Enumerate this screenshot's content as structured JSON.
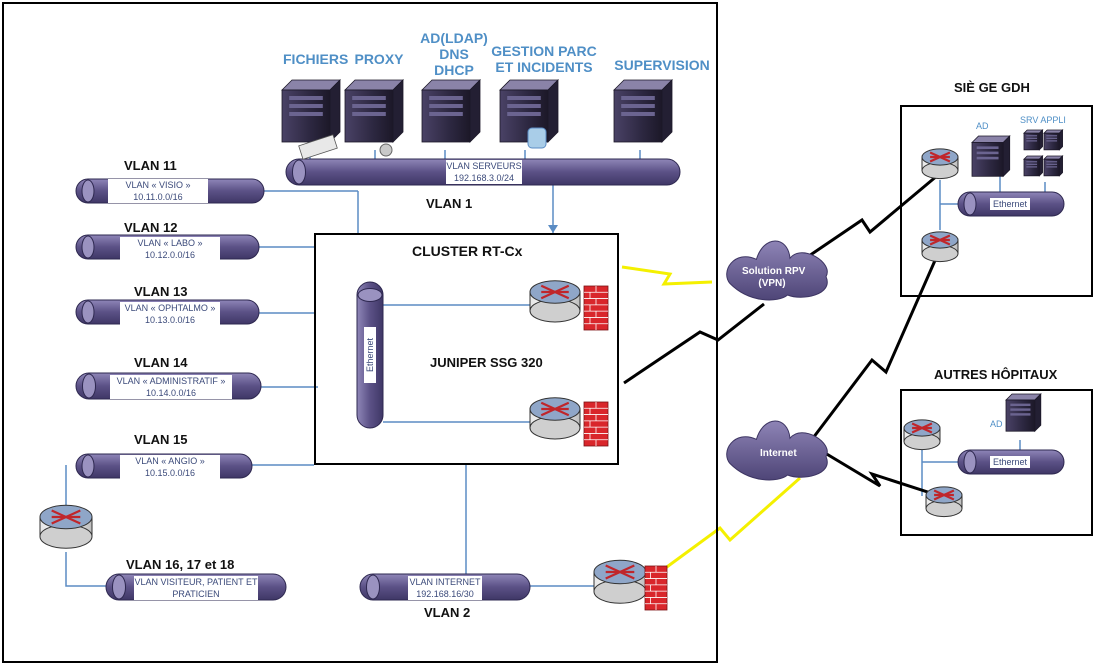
{
  "main_title": "",
  "colors": {
    "pipe": "#62588c",
    "pipe_top": "#9a92c0",
    "link": "#5b8cc4",
    "bolt": "#f4f000",
    "label_blue": "#4f8fc6"
  },
  "servers": [
    {
      "label": "FICHIERS"
    },
    {
      "label": "PROXY"
    },
    {
      "label": "AD(LDAP)\nDNS\nDHCP"
    },
    {
      "label": "GESTION PARC\nET INCIDENTS"
    },
    {
      "label": "SUPERVISION"
    }
  ],
  "vlan_servers": {
    "name": "VLAN SERVEURS",
    "subnet": "192.168.3.0/24",
    "title": "VLAN 1"
  },
  "vlans": [
    {
      "title": "VLAN 11",
      "name": "VLAN « VISIO »",
      "subnet": "10.11.0.0/16"
    },
    {
      "title": "VLAN 12",
      "name": "VLAN « LABO »",
      "subnet": "10.12.0.0/16"
    },
    {
      "title": "VLAN 13",
      "name": "VLAN « OPHTALMO »",
      "subnet": "10.13.0.0/16"
    },
    {
      "title": "VLAN 14",
      "name": "VLAN « ADMINISTRATIF »",
      "subnet": "10.14.0.0/16"
    },
    {
      "title": "VLAN 15",
      "name": "VLAN « ANGIO »",
      "subnet": "10.15.0.0/16"
    },
    {
      "title": "VLAN 16, 17 et 18",
      "name": "VLAN VISITEUR, PATIENT ET",
      "subnet": "PRATICIEN"
    }
  ],
  "vlan_internet": {
    "name": "VLAN INTERNET",
    "subnet": "192.168.16/30",
    "title": "VLAN 2"
  },
  "cluster": {
    "title": "CLUSTER RT-Cx",
    "device": "JUNIPER SSG 320",
    "bus_label": "Ethernet"
  },
  "clouds": {
    "vpn_line1": "Solution RPV",
    "vpn_line2": "(VPN)",
    "internet": "Internet"
  },
  "siege": {
    "title": "SIÈ GE GDH",
    "ad": "AD",
    "srv": "SRV APPLI",
    "ethernet": "Ethernet"
  },
  "autres": {
    "title": "AUTRES HÔPITAUX",
    "ad": "AD",
    "ethernet": "Ethernet"
  }
}
